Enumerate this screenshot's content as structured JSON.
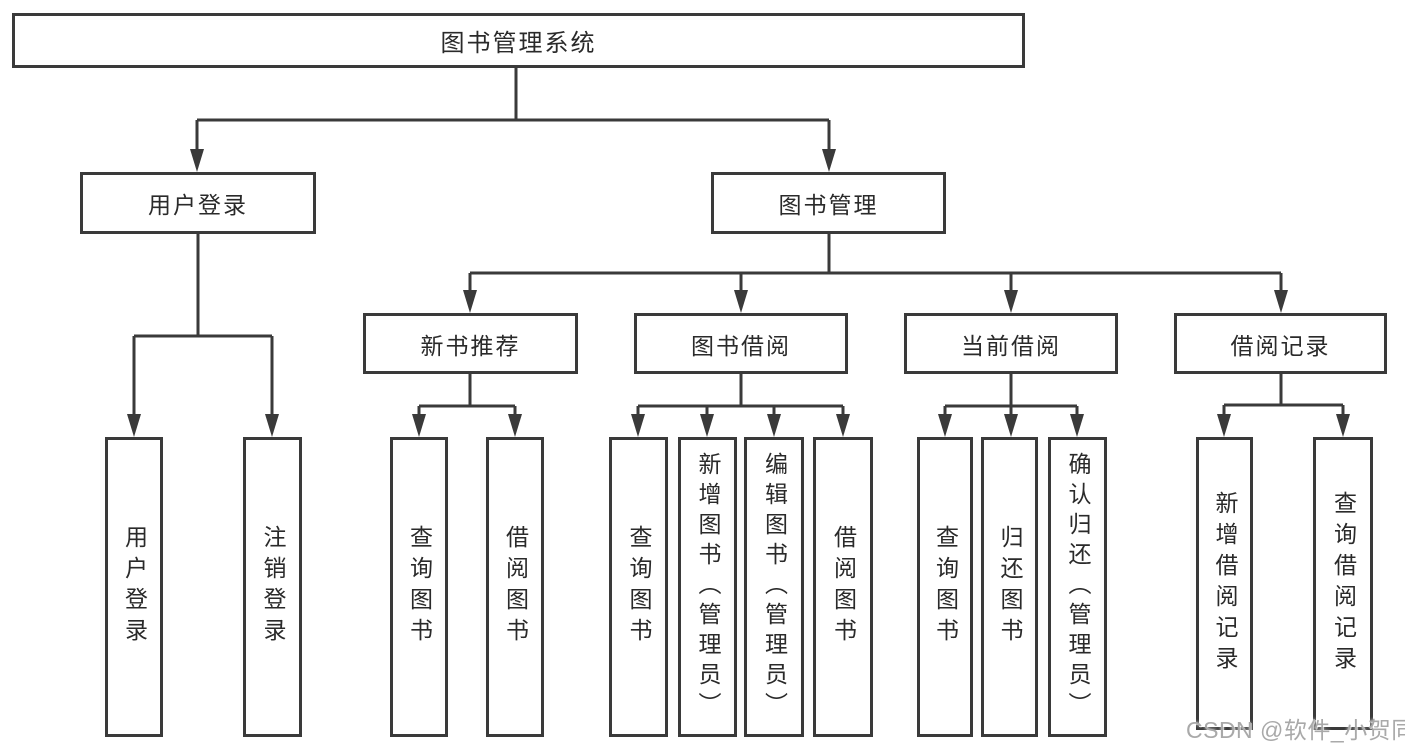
{
  "tree": {
    "label": "图书管理系统",
    "children": [
      {
        "label": "用户登录",
        "children": [
          {
            "label": "用户登录"
          },
          {
            "label": "注销登录"
          }
        ]
      },
      {
        "label": "图书管理",
        "children": [
          {
            "label": "新书推荐",
            "children": [
              {
                "label": "查询图书"
              },
              {
                "label": "借阅图书"
              }
            ]
          },
          {
            "label": "图书借阅",
            "children": [
              {
                "label": "查询图书"
              },
              {
                "label": "新增图书（管理员）"
              },
              {
                "label": "编辑图书（管理员）"
              },
              {
                "label": "借阅图书"
              }
            ]
          },
          {
            "label": "当前借阅",
            "children": [
              {
                "label": "查询图书"
              },
              {
                "label": "归还图书"
              },
              {
                "label": "确认归还（管理员）"
              }
            ]
          },
          {
            "label": "借阅记录",
            "children": [
              {
                "label": "新增借阅记录"
              },
              {
                "label": "查询借阅记录"
              }
            ]
          }
        ]
      }
    ]
  },
  "watermark": {
    "text": "CSDN @软件_小贺同学"
  },
  "colors": {
    "line": "#3a3a3a",
    "box_border": "#3a3a3a",
    "text": "#2a2a2a",
    "watermark": "#a9a9a9",
    "background": "#ffffff"
  }
}
